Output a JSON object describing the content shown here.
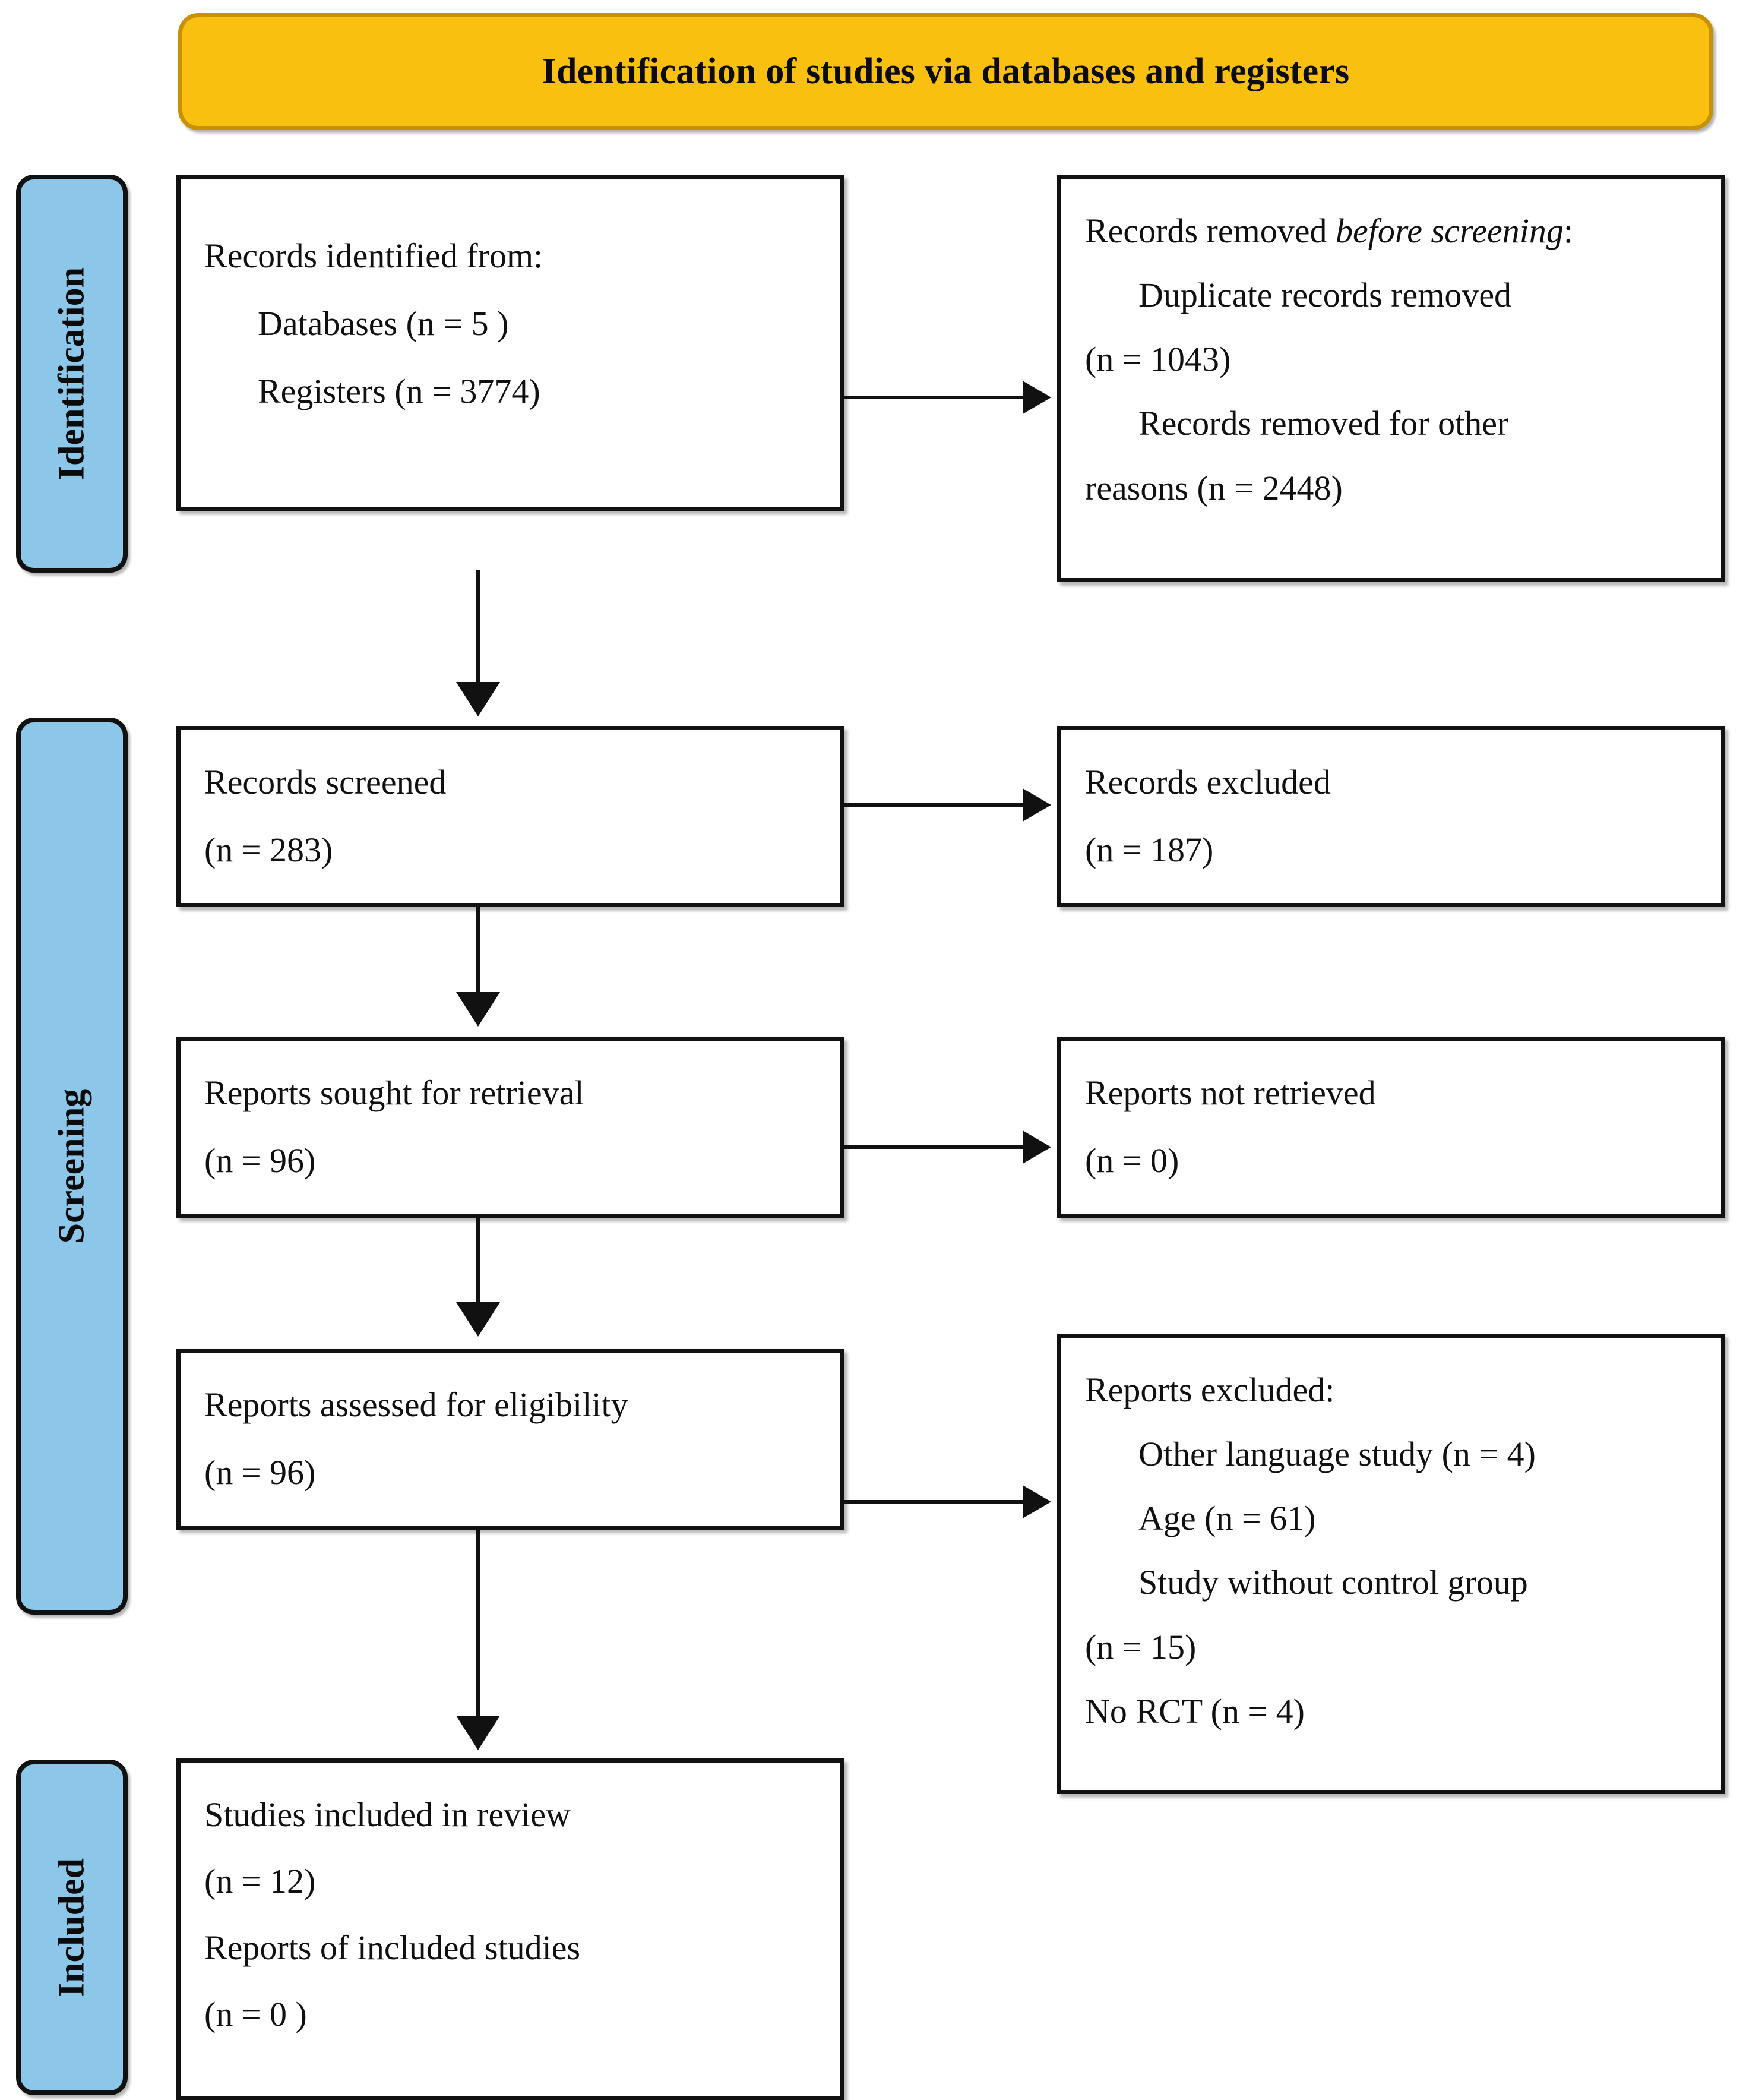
{
  "figure": {
    "type": "prisma-flow-diagram",
    "banner_title": "Identification of studies via databases and registers",
    "colors": {
      "banner_fill": "#FAC010",
      "banner_border": "#C89104",
      "stage_pill_fill": "#8CC6E8",
      "box_border": "#111111",
      "box_fill": "#FFFFFF",
      "text": "#101010"
    }
  },
  "stages": [
    {
      "id": "identification",
      "label": "Identification"
    },
    {
      "id": "screening",
      "label": "Screening"
    },
    {
      "id": "included",
      "label": "Included"
    }
  ],
  "boxes": {
    "records_identified": {
      "lines": [
        {
          "text": "Records identified from:",
          "indent": false
        },
        {
          "text": "Databases (n = 5 )",
          "indent": true
        },
        {
          "text": "Registers (n = 3774)",
          "indent": true
        }
      ]
    },
    "records_removed": {
      "title_prefix": "Records removed ",
      "title_italic": "before screening",
      "title_suffix": ":",
      "lines": [
        {
          "text": "Duplicate records removed",
          "indent": true,
          "justify": true
        },
        {
          "text": "(n = 1043)",
          "indent": false
        },
        {
          "text": "Records removed for other",
          "indent": true,
          "justify": true
        },
        {
          "text": "reasons (n = 2448)",
          "indent": false
        }
      ]
    },
    "records_screened": {
      "lines": [
        {
          "text": "Records screened",
          "indent": false
        },
        {
          "text": "(n = 283)",
          "indent": false
        }
      ]
    },
    "records_excluded": {
      "lines": [
        {
          "text": "Records excluded",
          "indent": false
        },
        {
          "text": "(n = 187)",
          "indent": false
        }
      ]
    },
    "reports_sought": {
      "lines": [
        {
          "text": "Reports sought for retrieval",
          "indent": false
        },
        {
          "text": "(n = 96)",
          "indent": false
        }
      ]
    },
    "reports_not_retrieved": {
      "lines": [
        {
          "text": "Reports not retrieved",
          "indent": false
        },
        {
          "text": "(n = 0)",
          "indent": false
        }
      ]
    },
    "reports_assessed": {
      "lines": [
        {
          "text": "Reports assessed for eligibility",
          "indent": false
        },
        {
          "text": "(n = 96)",
          "indent": false
        }
      ]
    },
    "reports_excluded": {
      "lines": [
        {
          "text": "Reports excluded:",
          "indent": false
        },
        {
          "text": "Other language study (n = 4)",
          "indent": true
        },
        {
          "text": "Age (n = 61)",
          "indent": true
        },
        {
          "text": "Study without control group",
          "indent": true,
          "justify": true
        },
        {
          "text": "(n = 15)",
          "indent": false
        },
        {
          "text": "No RCT (n = 4)",
          "indent": false
        }
      ]
    },
    "studies_included": {
      "lines": [
        {
          "text": "Studies included in review",
          "indent": false
        },
        {
          "text": "(n = 12)",
          "indent": false
        },
        {
          "text": "Reports of included studies",
          "indent": false
        },
        {
          "text": "(n = 0 )",
          "indent": false
        }
      ]
    }
  },
  "connectors": [
    {
      "id": "identified-to-removed",
      "kind": "horizontal-arrow"
    },
    {
      "id": "identified-to-screened",
      "kind": "vertical-arrow"
    },
    {
      "id": "screened-to-excluded",
      "kind": "horizontal-arrow"
    },
    {
      "id": "screened-to-sought",
      "kind": "vertical-arrow"
    },
    {
      "id": "sought-to-not-retrieved",
      "kind": "horizontal-arrow"
    },
    {
      "id": "sought-to-assessed",
      "kind": "vertical-arrow"
    },
    {
      "id": "assessed-to-excluded",
      "kind": "horizontal-arrow"
    },
    {
      "id": "assessed-to-included",
      "kind": "vertical-arrow"
    }
  ]
}
